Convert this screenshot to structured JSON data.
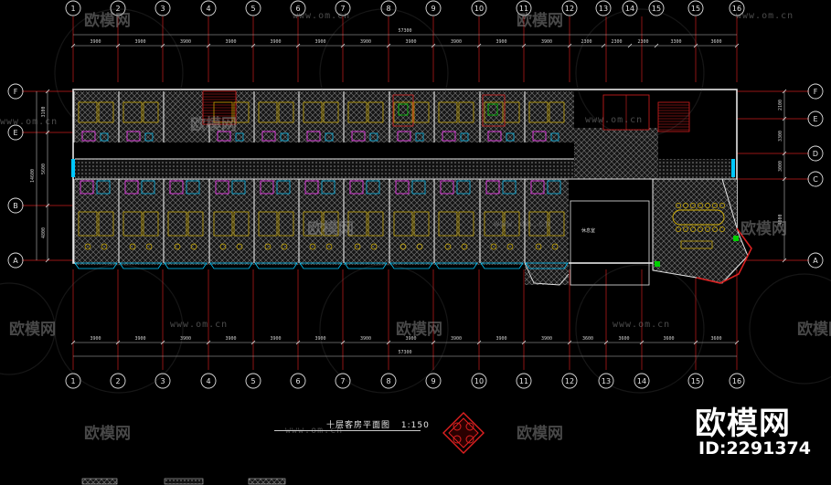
{
  "grid": {
    "columns": [
      "1",
      "2",
      "3",
      "4",
      "5",
      "6",
      "7",
      "8",
      "9",
      "10",
      "11",
      "12",
      "13",
      "14",
      "15",
      "16"
    ],
    "top_extra_cols": [
      "13",
      "14",
      "15"
    ],
    "rows_left": [
      "F",
      "E",
      "B",
      "A"
    ],
    "rows_right": [
      "F",
      "E",
      "D",
      "C",
      "A"
    ]
  },
  "dimensions": {
    "top_segments": [
      "3900",
      "3900",
      "3900",
      "3900",
      "3900",
      "3900",
      "3900",
      "3900",
      "3900",
      "3900",
      "3900",
      "2300",
      "2300",
      "2300",
      "3300",
      "3600"
    ],
    "top_total": "57300",
    "bottom_segments": [
      "3900",
      "3900",
      "3900",
      "3900",
      "3900",
      "3900",
      "3900",
      "3900",
      "3900",
      "3900",
      "3900",
      "3600",
      "3600",
      "3600",
      "3600"
    ],
    "bottom_total": "57300",
    "left_segments": [
      "3100",
      "5600",
      "4800"
    ],
    "left_total": "14600",
    "right_segments": [
      "2100",
      "3300",
      "3000",
      "4800"
    ]
  },
  "room_label": "休息室",
  "drawing_title": "十层客房平面图",
  "drawing_scale": "1:150",
  "watermark": {
    "site": "www.om.cn",
    "brand": "欧模网",
    "id": "ID:2291374"
  },
  "colors": {
    "grid_line": "#c81e1e",
    "wall": "#e6e6e6",
    "hatch": "#8a8a8a",
    "furniture": "#d8b400",
    "fixture": "#ff3cff",
    "accent_cyan": "#00c8ff",
    "accent_green": "#00d000",
    "stair": "#d82020"
  }
}
